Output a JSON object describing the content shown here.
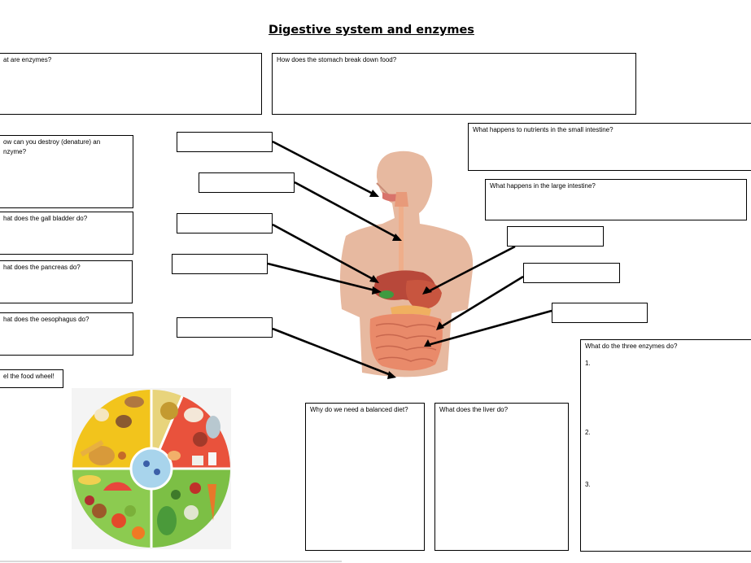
{
  "worksheet": {
    "title": "Digestive system and enzymes",
    "questions": {
      "enzymes": "at are enzymes?",
      "stomach": "How does the stomach break down food?",
      "denature_line1": "ow can you destroy (denature) an",
      "denature_line2": "nzyme?",
      "gall_bladder": "hat does the gall bladder do?",
      "pancreas": "hat does the pancreas  do?",
      "oesophagus": "hat does the oesophagus do?",
      "food_wheel": "el the food wheel!",
      "small_intestine": "What happens to nutrients in the small intestine?",
      "large_intestine": "What happens in the large intestine?",
      "balanced_diet": "Why do we need a balanced diet?",
      "liver": "What does the liver do?",
      "three_enzymes": "What do the three enzymes do?",
      "enzyme_numbers": [
        "1.",
        "2.",
        "3."
      ]
    },
    "colors": {
      "skin": "#e7b9a0",
      "organ_red": "#c8553f",
      "intestine": "#e98a6a",
      "wheel_yellow": "#f2c41c",
      "wheel_red": "#e9523c",
      "wheel_green": "#7cbf45",
      "wheel_center": "#a8d4ec"
    }
  }
}
